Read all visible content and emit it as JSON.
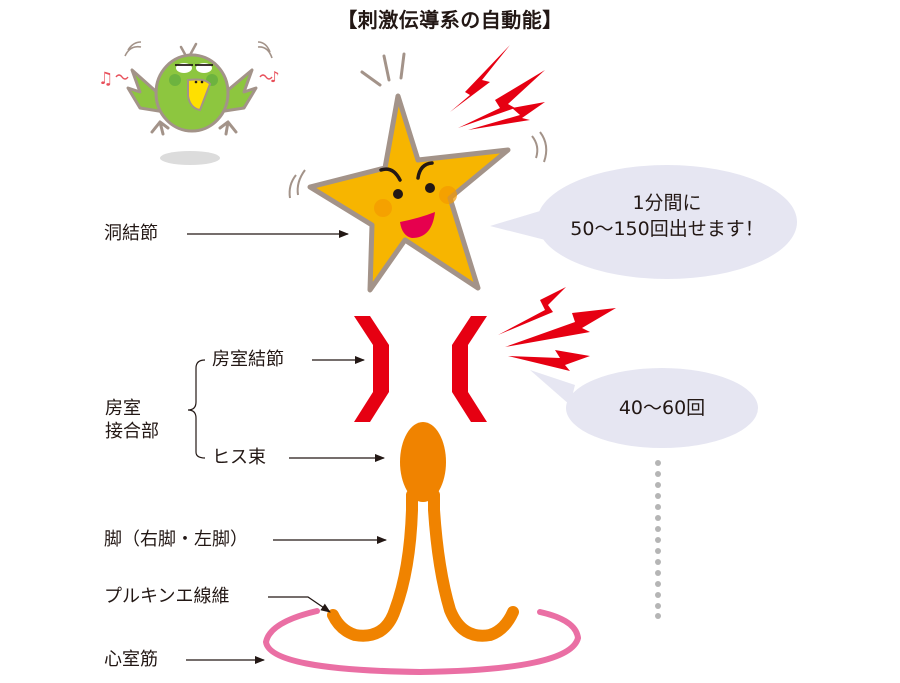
{
  "title": "【刺激伝導系の自動能】",
  "labels": {
    "sinus_node": "洞結節",
    "av_junction_line1": "房室",
    "av_junction_line2": "接合部",
    "av_node": "房室結節",
    "his_bundle": "ヒス束",
    "bundle_branches": "脚（右脚・左脚）",
    "purkinje_fibers": "プルキンエ線維",
    "ventricular_muscle": "心室筋"
  },
  "bubbles": {
    "sinus": {
      "line1": "1分間に",
      "line2": "50〜150回出せます！"
    },
    "av": {
      "text": "40〜60回"
    }
  },
  "colors": {
    "star_fill": "#F7B500",
    "star_outline": "#A39389",
    "av_node_red": "#E60012",
    "his_orange": "#F08300",
    "ventricle_pink": "#EA6FA4",
    "bubble_fill": "#E6E6F2",
    "bird_green": "#8DC63F",
    "beak_yellow": "#FFE000",
    "dots_gray": "#B5B5B5",
    "text": "#231815"
  }
}
